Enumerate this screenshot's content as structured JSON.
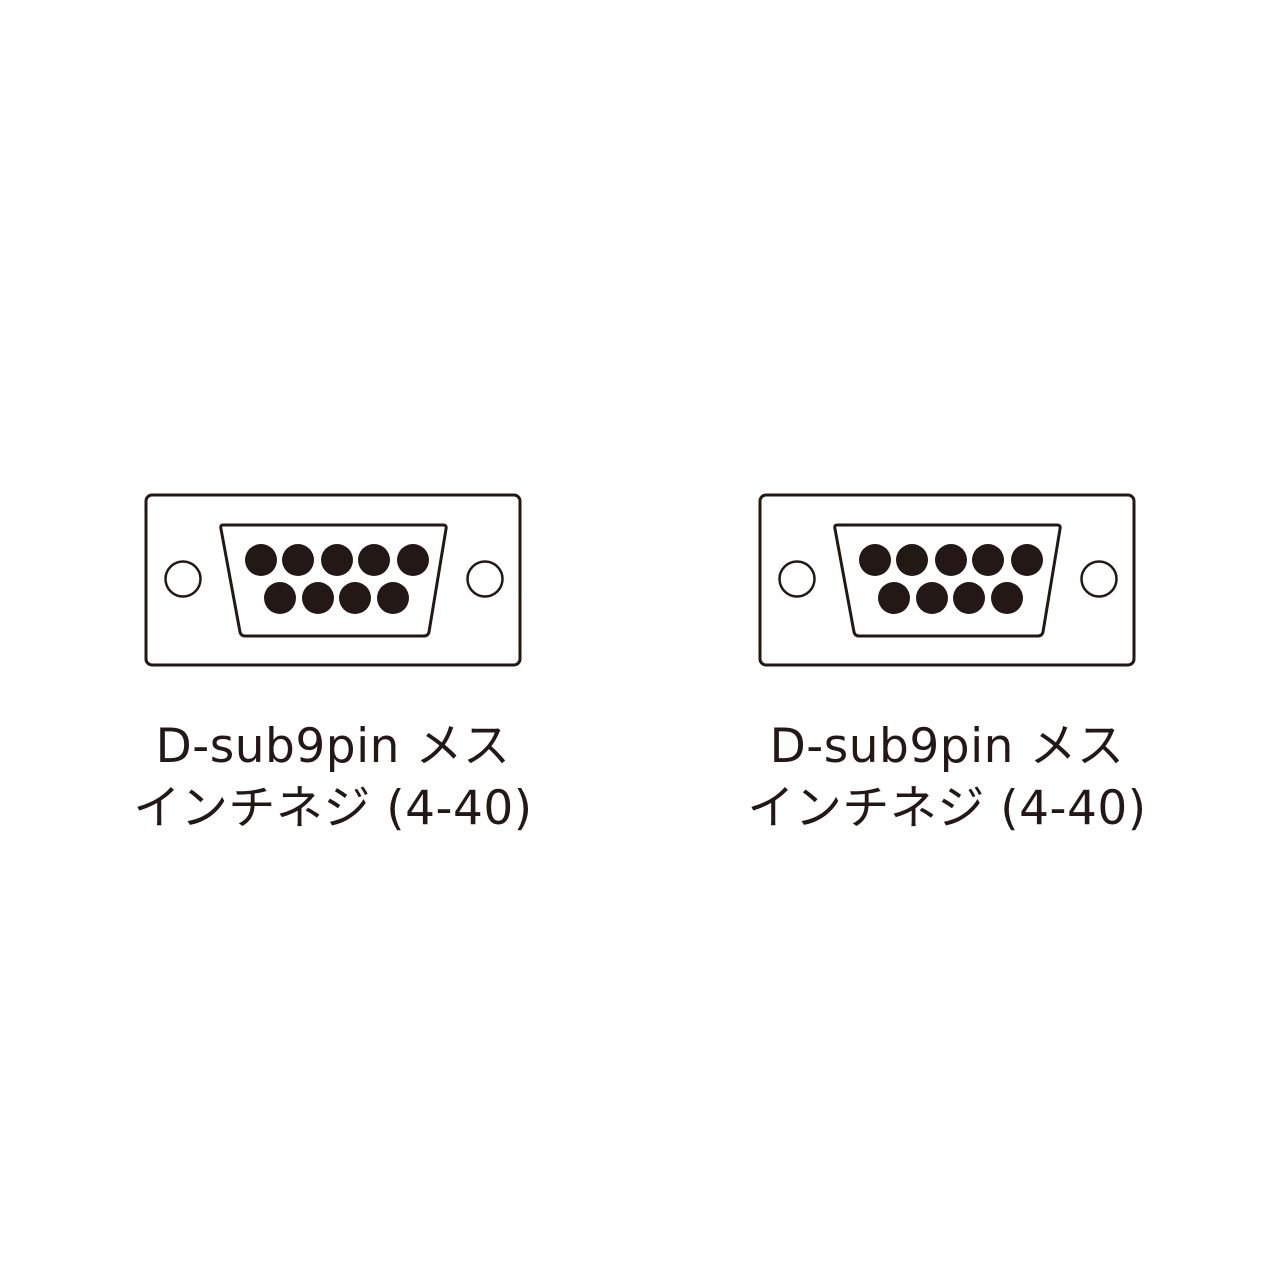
{
  "colors": {
    "stroke": "#231815",
    "pin_fill": "#231815",
    "background": "#ffffff"
  },
  "connectors": [
    {
      "type": "D-sub 9pin female",
      "pins_top_row": 5,
      "pins_bottom_row": 4,
      "screw_holes": 2,
      "label_line1": "D-sub9pin メス",
      "label_line2": "インチネジ (4-40)"
    },
    {
      "type": "D-sub 9pin female",
      "pins_top_row": 5,
      "pins_bottom_row": 4,
      "screw_holes": 2,
      "label_line1": "D-sub9pin メス",
      "label_line2": "インチネジ (4-40)"
    }
  ]
}
